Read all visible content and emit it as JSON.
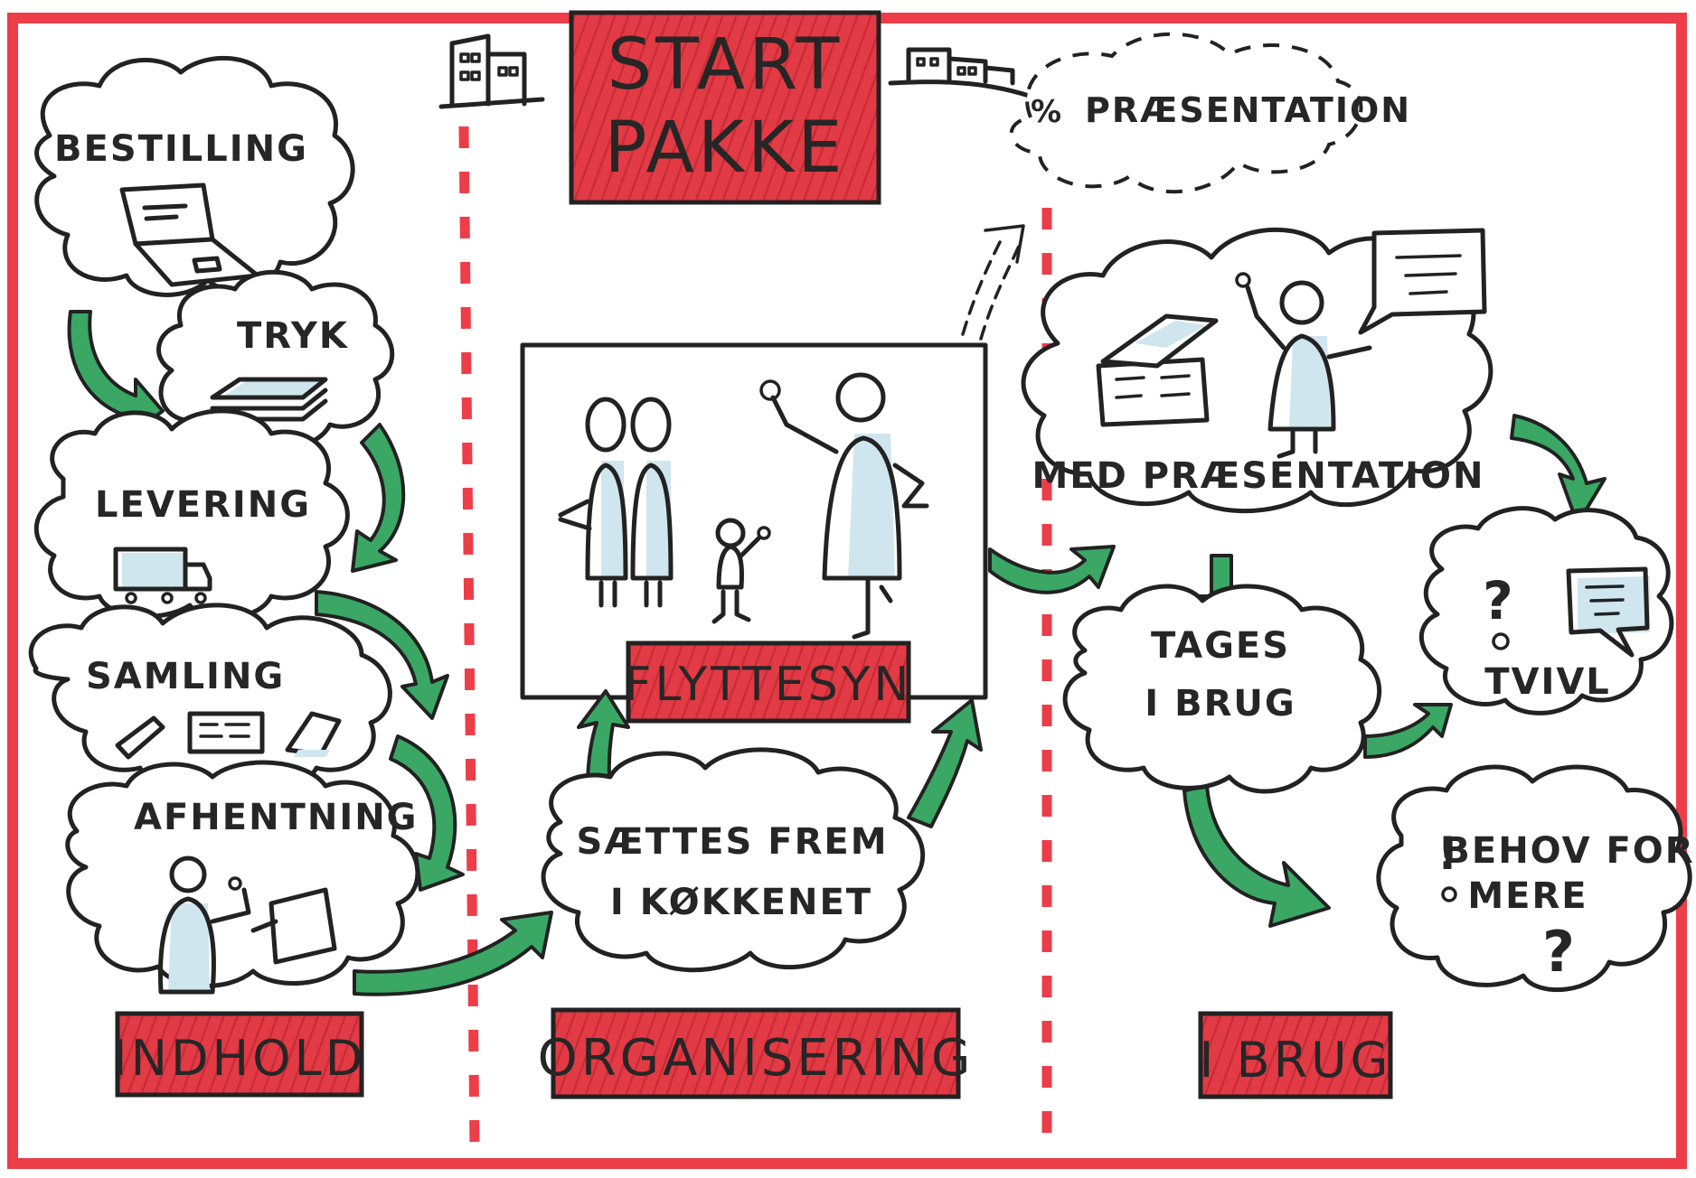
{
  "title": {
    "line1": "START",
    "line2": "PAKKE"
  },
  "colors": {
    "red": "#e23b45",
    "red_light": "#f06a72",
    "green": "#3aa765",
    "ink": "#222222",
    "shade": "#cfe6ef",
    "border": "#ec3d49"
  },
  "optional_presentation": {
    "icon": "percent-icon",
    "label": "PRÆSENTATION"
  },
  "column_indhold": {
    "section_label": "INDHOLD",
    "steps": [
      {
        "label": "BESTILLING",
        "icon": "laptop-icon"
      },
      {
        "label": "TRYK",
        "icon": "paper-stack-icon"
      },
      {
        "label": "LEVERING",
        "icon": "truck-icon"
      },
      {
        "label": "SAMLING",
        "icon": "assembly-parts-icon"
      },
      {
        "label": "AFHENTNING",
        "icon": "person-with-box-icon"
      }
    ]
  },
  "column_organisering": {
    "section_label": "ORGANISERING",
    "board_label": "FLYTTESYN",
    "step_label": {
      "line1": "SÆTTES FREM",
      "line2": "I KØKKENET"
    }
  },
  "column_i_brug": {
    "section_label": "I BRUG",
    "med_presentation": "MED PRÆSENTATION",
    "tages_i_brug": {
      "line1": "TAGES",
      "line2": "I BRUG"
    },
    "tvivl": "TVIVL",
    "behov_for_mere": {
      "line1": "BEHOV FOR",
      "line2": "MERE"
    }
  }
}
